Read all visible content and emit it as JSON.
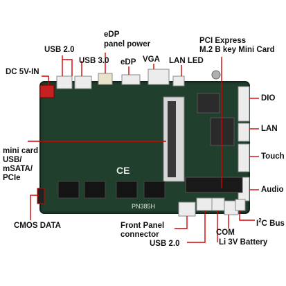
{
  "labels": {
    "usb20_top": "USB 2.0",
    "usb30": "USB 3.0",
    "dc5v": "DC 5V-IN",
    "edp_power_1": "eDP",
    "edp_power_2": "panel power",
    "edp": "eDP",
    "vga": "VGA",
    "lan_led": "LAN LED",
    "pcie_1": "PCI Express",
    "pcie_2": "M.2 B key Mini Card",
    "dio": "DIO",
    "lan": "LAN",
    "touch": "Touch",
    "audio": "Audio",
    "i2c_pre": "I",
    "i2c_sup": "2",
    "i2c_post": "C Bus",
    "com": "COM",
    "li3v": "Li 3V Battery",
    "usb20_bottom": "USB 2.0",
    "front_panel_1": "Front Panel",
    "front_panel_2": "connector",
    "cmos": "CMOS DATA",
    "minicard_1": "mini card",
    "minicard_2": "USB/",
    "minicard_3": "mSATA/",
    "minicard_4": "PCIe"
  },
  "board_text": {
    "model": "PN385H",
    "ce_mark": "CE"
  },
  "colors": {
    "pcb": "#1f3a2a",
    "leader_line": "#d40000",
    "connector_white": "#ececec"
  }
}
